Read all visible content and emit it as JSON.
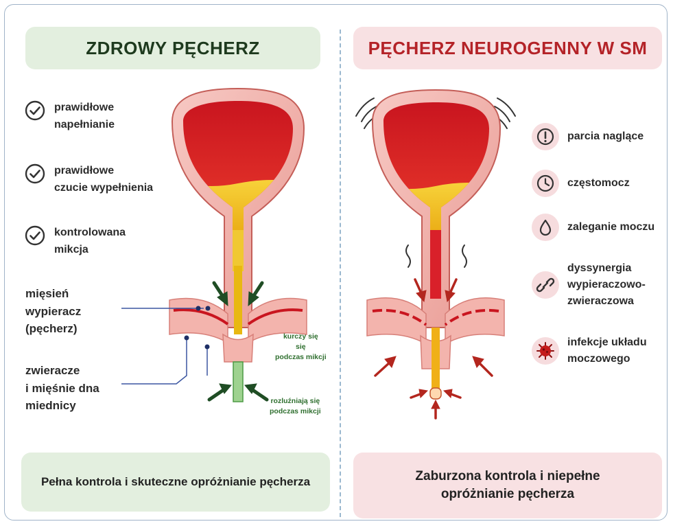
{
  "left": {
    "title": "ZDROWY PĘCHERZ",
    "features": [
      {
        "text": "prawidłowe\nnapełnianie",
        "icon": "check-circle-icon"
      },
      {
        "text": "prawidłowe\nczucie wypełnienia",
        "icon": "check-circle-icon"
      },
      {
        "text": "kontrolowana\nmikcja",
        "icon": "check-circle-icon"
      }
    ],
    "label_detrusor": "mięsień\nwypieracz\n(pęcherz)",
    "label_sphincter": "zwieracze\ni mięśnie dna\nmiednicy",
    "note_contract": "kurczy się\nsię\npodczas mikcji",
    "note_relax": "rozluźniają się\npodczas mikcji",
    "footer": "Pełna kontrola i skuteczne opróżnianie pęcherza"
  },
  "right": {
    "title": "PĘCHERZ NEUROGENNY W SM",
    "symptoms": [
      {
        "text": "parcia naglące",
        "icon": "exclamation-icon"
      },
      {
        "text": "częstomocz",
        "icon": "clock-icon"
      },
      {
        "text": "zaleganie moczu",
        "icon": "drop-icon"
      },
      {
        "text": "dyssynergia\nwypieraczowo-\nzwieraczowa",
        "icon": "broken-link-icon"
      },
      {
        "text": "infekcje układu\nmoczowego",
        "icon": "bacteria-icon"
      }
    ],
    "footer": "Zaburzona kontrola i niepełne\nopróżnianie pęcherza"
  },
  "colors": {
    "green_panel": "#e3efdf",
    "pink_panel": "#f8e1e3",
    "urine": "#f2c21b",
    "bladder_red": "#d9202a",
    "arrow_green": "#1f4d24",
    "arrow_red": "#b3261e"
  }
}
